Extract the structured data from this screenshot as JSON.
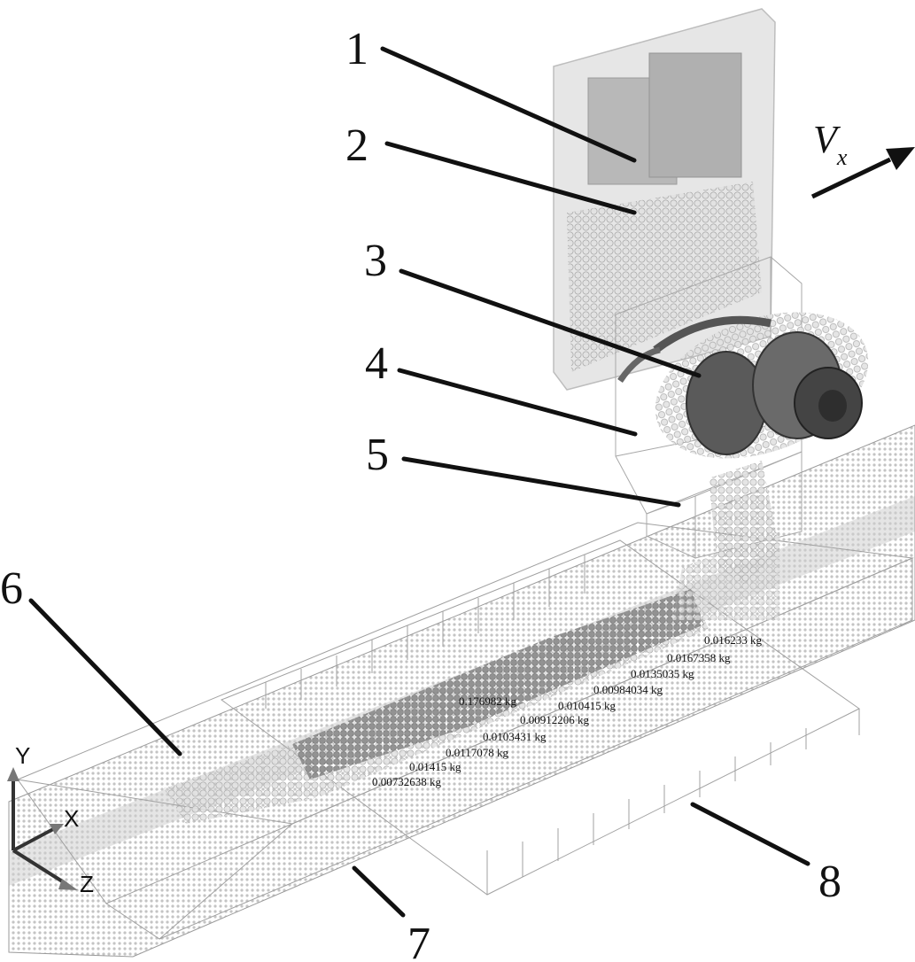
{
  "callouts": [
    "1",
    "2",
    "3",
    "4",
    "5",
    "6",
    "7",
    "8"
  ],
  "velocity": {
    "symbol": "V",
    "subscript": "x"
  },
  "axes": {
    "y": "Y",
    "x": "X",
    "z": "Z"
  },
  "mass_labels": [
    "0.016233 kg",
    "0.0167358 kg",
    "0.0135035 kg",
    "0.00984034 kg",
    "0.176982 kg",
    "0.010415 kg",
    "0.00912206 kg",
    "0.0103431 kg",
    "0.0117078 kg",
    "0.01415 kg",
    "0.00732638 kg"
  ]
}
